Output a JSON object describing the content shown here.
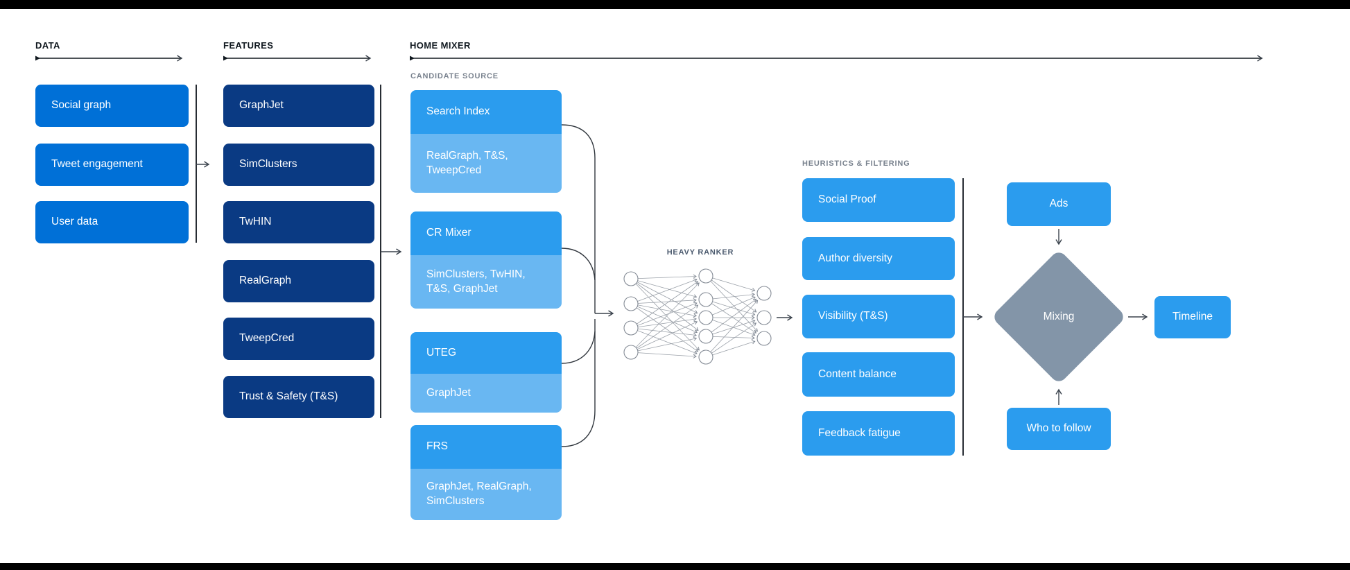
{
  "colors": {
    "data_box": "#0070d7",
    "feature_box": "#0a3a83",
    "candidate_top": "#2b9cee",
    "candidate_sub": "#69b7f2",
    "heuristic_box": "#2b9cee",
    "mixing_diamond": "#8395a8",
    "header_text": "#10181f",
    "sublabel_text": "#79828e",
    "stroke": "#3a424c",
    "letterbox": "#000000"
  },
  "headers": {
    "data": "DATA",
    "features": "FEATURES",
    "home_mixer": "HOME MIXER"
  },
  "labels": {
    "candidate_source": "CANDIDATE SOURCE",
    "heavy_ranker": "HEAVY RANKER",
    "heuristics": "HEURISTICS & FILTERING"
  },
  "data_column": {
    "items": [
      "Social graph",
      "Tweet engagement",
      "User data"
    ]
  },
  "features_column": {
    "items": [
      "GraphJet",
      "SimClusters",
      "TwHIN",
      "RealGraph",
      "TweepCred",
      "Trust & Safety (T&S)"
    ]
  },
  "candidate_sources": [
    {
      "name": "Search Index",
      "features_used": "RealGraph, T&S, TweepCred"
    },
    {
      "name": "CR Mixer",
      "features_used": "SimClusters, TwHIN, T&S, GraphJet"
    },
    {
      "name": "UTEG",
      "features_used": "GraphJet"
    },
    {
      "name": "FRS",
      "features_used": "GraphJet, RealGraph, SimClusters"
    }
  ],
  "heuristics": {
    "items": [
      "Social Proof",
      "Author diversity",
      "Visibility (T&S)",
      "Content balance",
      "Feedback fatigue"
    ]
  },
  "mixing": {
    "ads": "Ads",
    "who_to_follow": "Who to follow",
    "diamond": "Mixing",
    "timeline": "Timeline"
  }
}
